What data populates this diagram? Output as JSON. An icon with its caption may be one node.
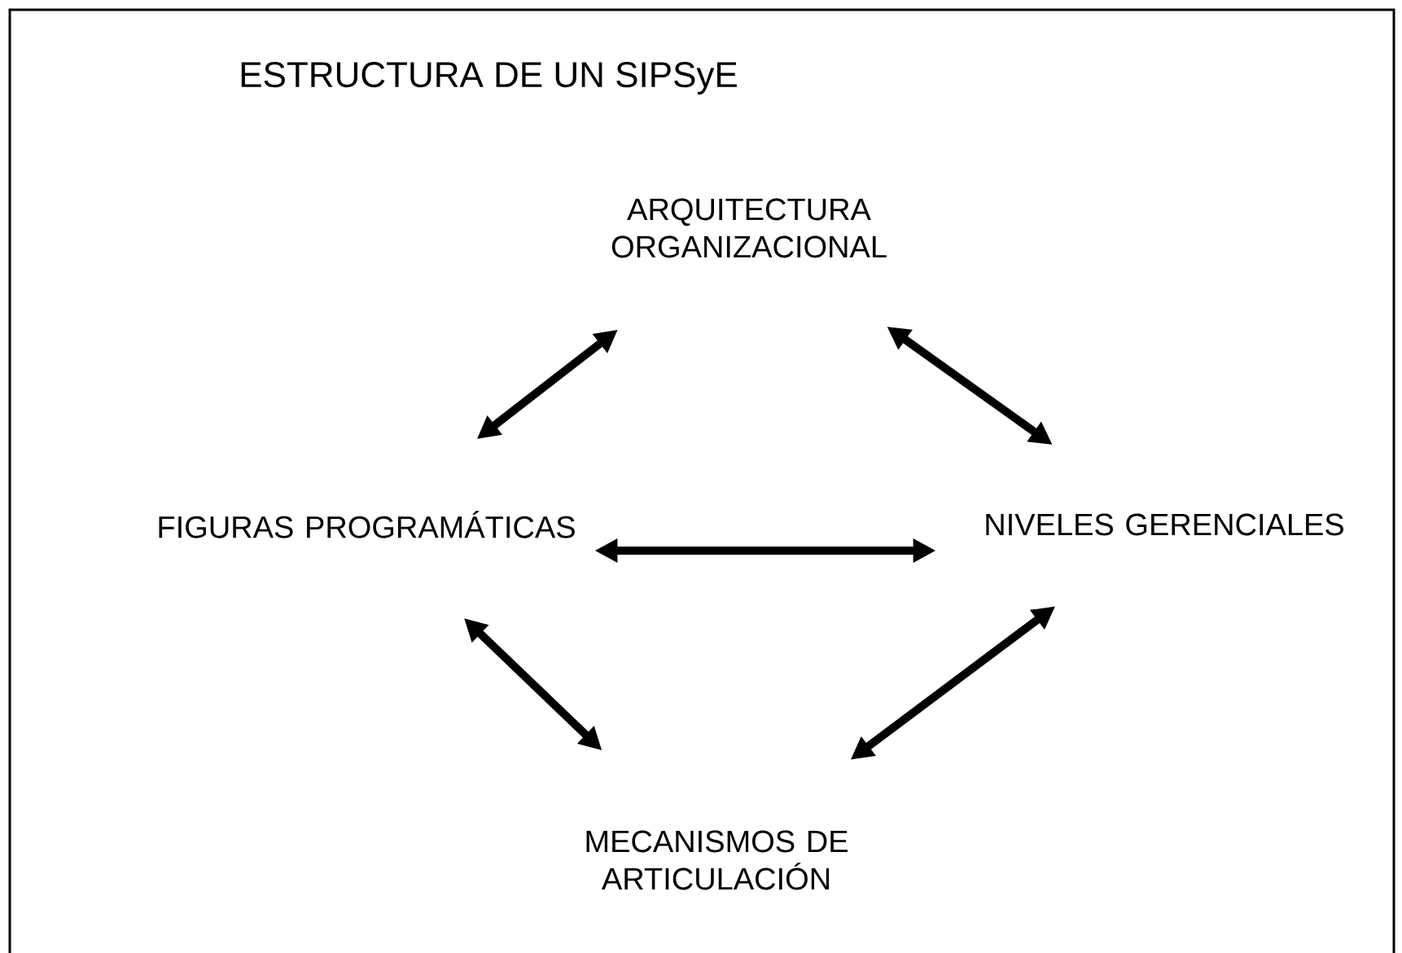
{
  "diagram": {
    "title": "ESTRUCTURA DE UN SIPSyE",
    "nodes": [
      {
        "text": [
          "ARQUITECTURA ORGANIZACIONAL"
        ]
      },
      {
        "text": [
          "FIGURAS PROGRAMÁTICAS"
        ]
      },
      {
        "text": [
          "NIVELES GERENCIALES"
        ]
      },
      {
        "text": [
          "MECANISMOS DE ARTICULACIÓN"
        ]
      }
    ],
    "edges": [
      {
        "from": 0,
        "to": 1,
        "arrow": "both"
      },
      {
        "from": 0,
        "to": 2,
        "arrow": "both"
      },
      {
        "from": 1,
        "to": 2,
        "arrow": "both"
      },
      {
        "from": 1,
        "to": 3,
        "arrow": "both"
      },
      {
        "from": 2,
        "to": 3,
        "arrow": "both"
      }
    ]
  }
}
